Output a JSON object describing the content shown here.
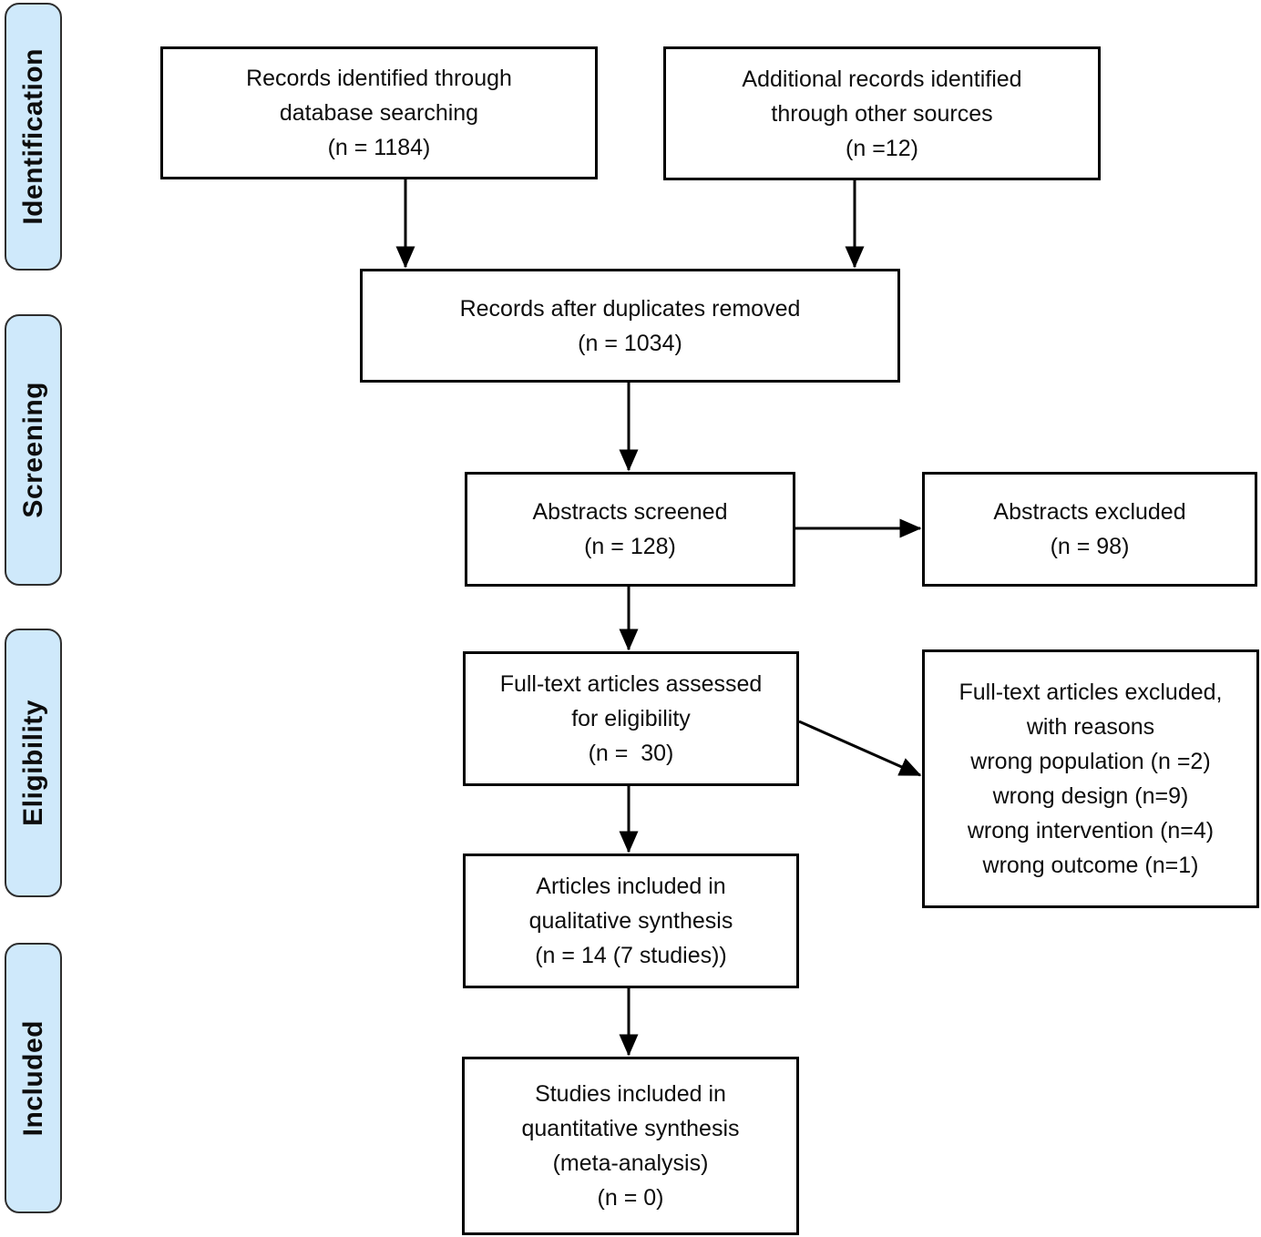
{
  "colors": {
    "stage_fill": "#cfe9fb",
    "stage_border": "#2e2e2e",
    "box_background": "#ffffff",
    "box_border": "#000000",
    "arrow": "#000000",
    "text": "#0d0d0d"
  },
  "stages": [
    {
      "id": "identification",
      "label": "Identification"
    },
    {
      "id": "screening",
      "label": "Screening"
    },
    {
      "id": "eligibility",
      "label": "Eligibility"
    },
    {
      "id": "included",
      "label": "Included"
    }
  ],
  "boxes": [
    {
      "id": "records-identified",
      "text": "Records identified through\ndatabase searching\n(n = 1184)"
    },
    {
      "id": "additional-records",
      "text": "Additional records identified\nthrough other sources\n(n =12)"
    },
    {
      "id": "after-duplicates",
      "text": "Records after duplicates removed\n(n = 1034)"
    },
    {
      "id": "abstracts-screened",
      "text": "Abstracts screened\n(n = 128)"
    },
    {
      "id": "abstracts-excluded",
      "text": "Abstracts excluded\n(n = 98)"
    },
    {
      "id": "fulltext-assessed",
      "text": "Full-text articles assessed\nfor eligibility\n(n =  30)"
    },
    {
      "id": "fulltext-excluded",
      "text": "Full-text articles excluded,\nwith reasons\nwrong population (n =2)\nwrong design (n=9)\nwrong intervention (n=4)\nwrong outcome (n=1)"
    },
    {
      "id": "qualitative",
      "text": "Articles included in\nqualitative synthesis\n(n = 14 (7 studies))"
    },
    {
      "id": "quantitative",
      "text": "Studies included in\nquantitative synthesis\n(meta-analysis)\n(n = 0)"
    }
  ]
}
